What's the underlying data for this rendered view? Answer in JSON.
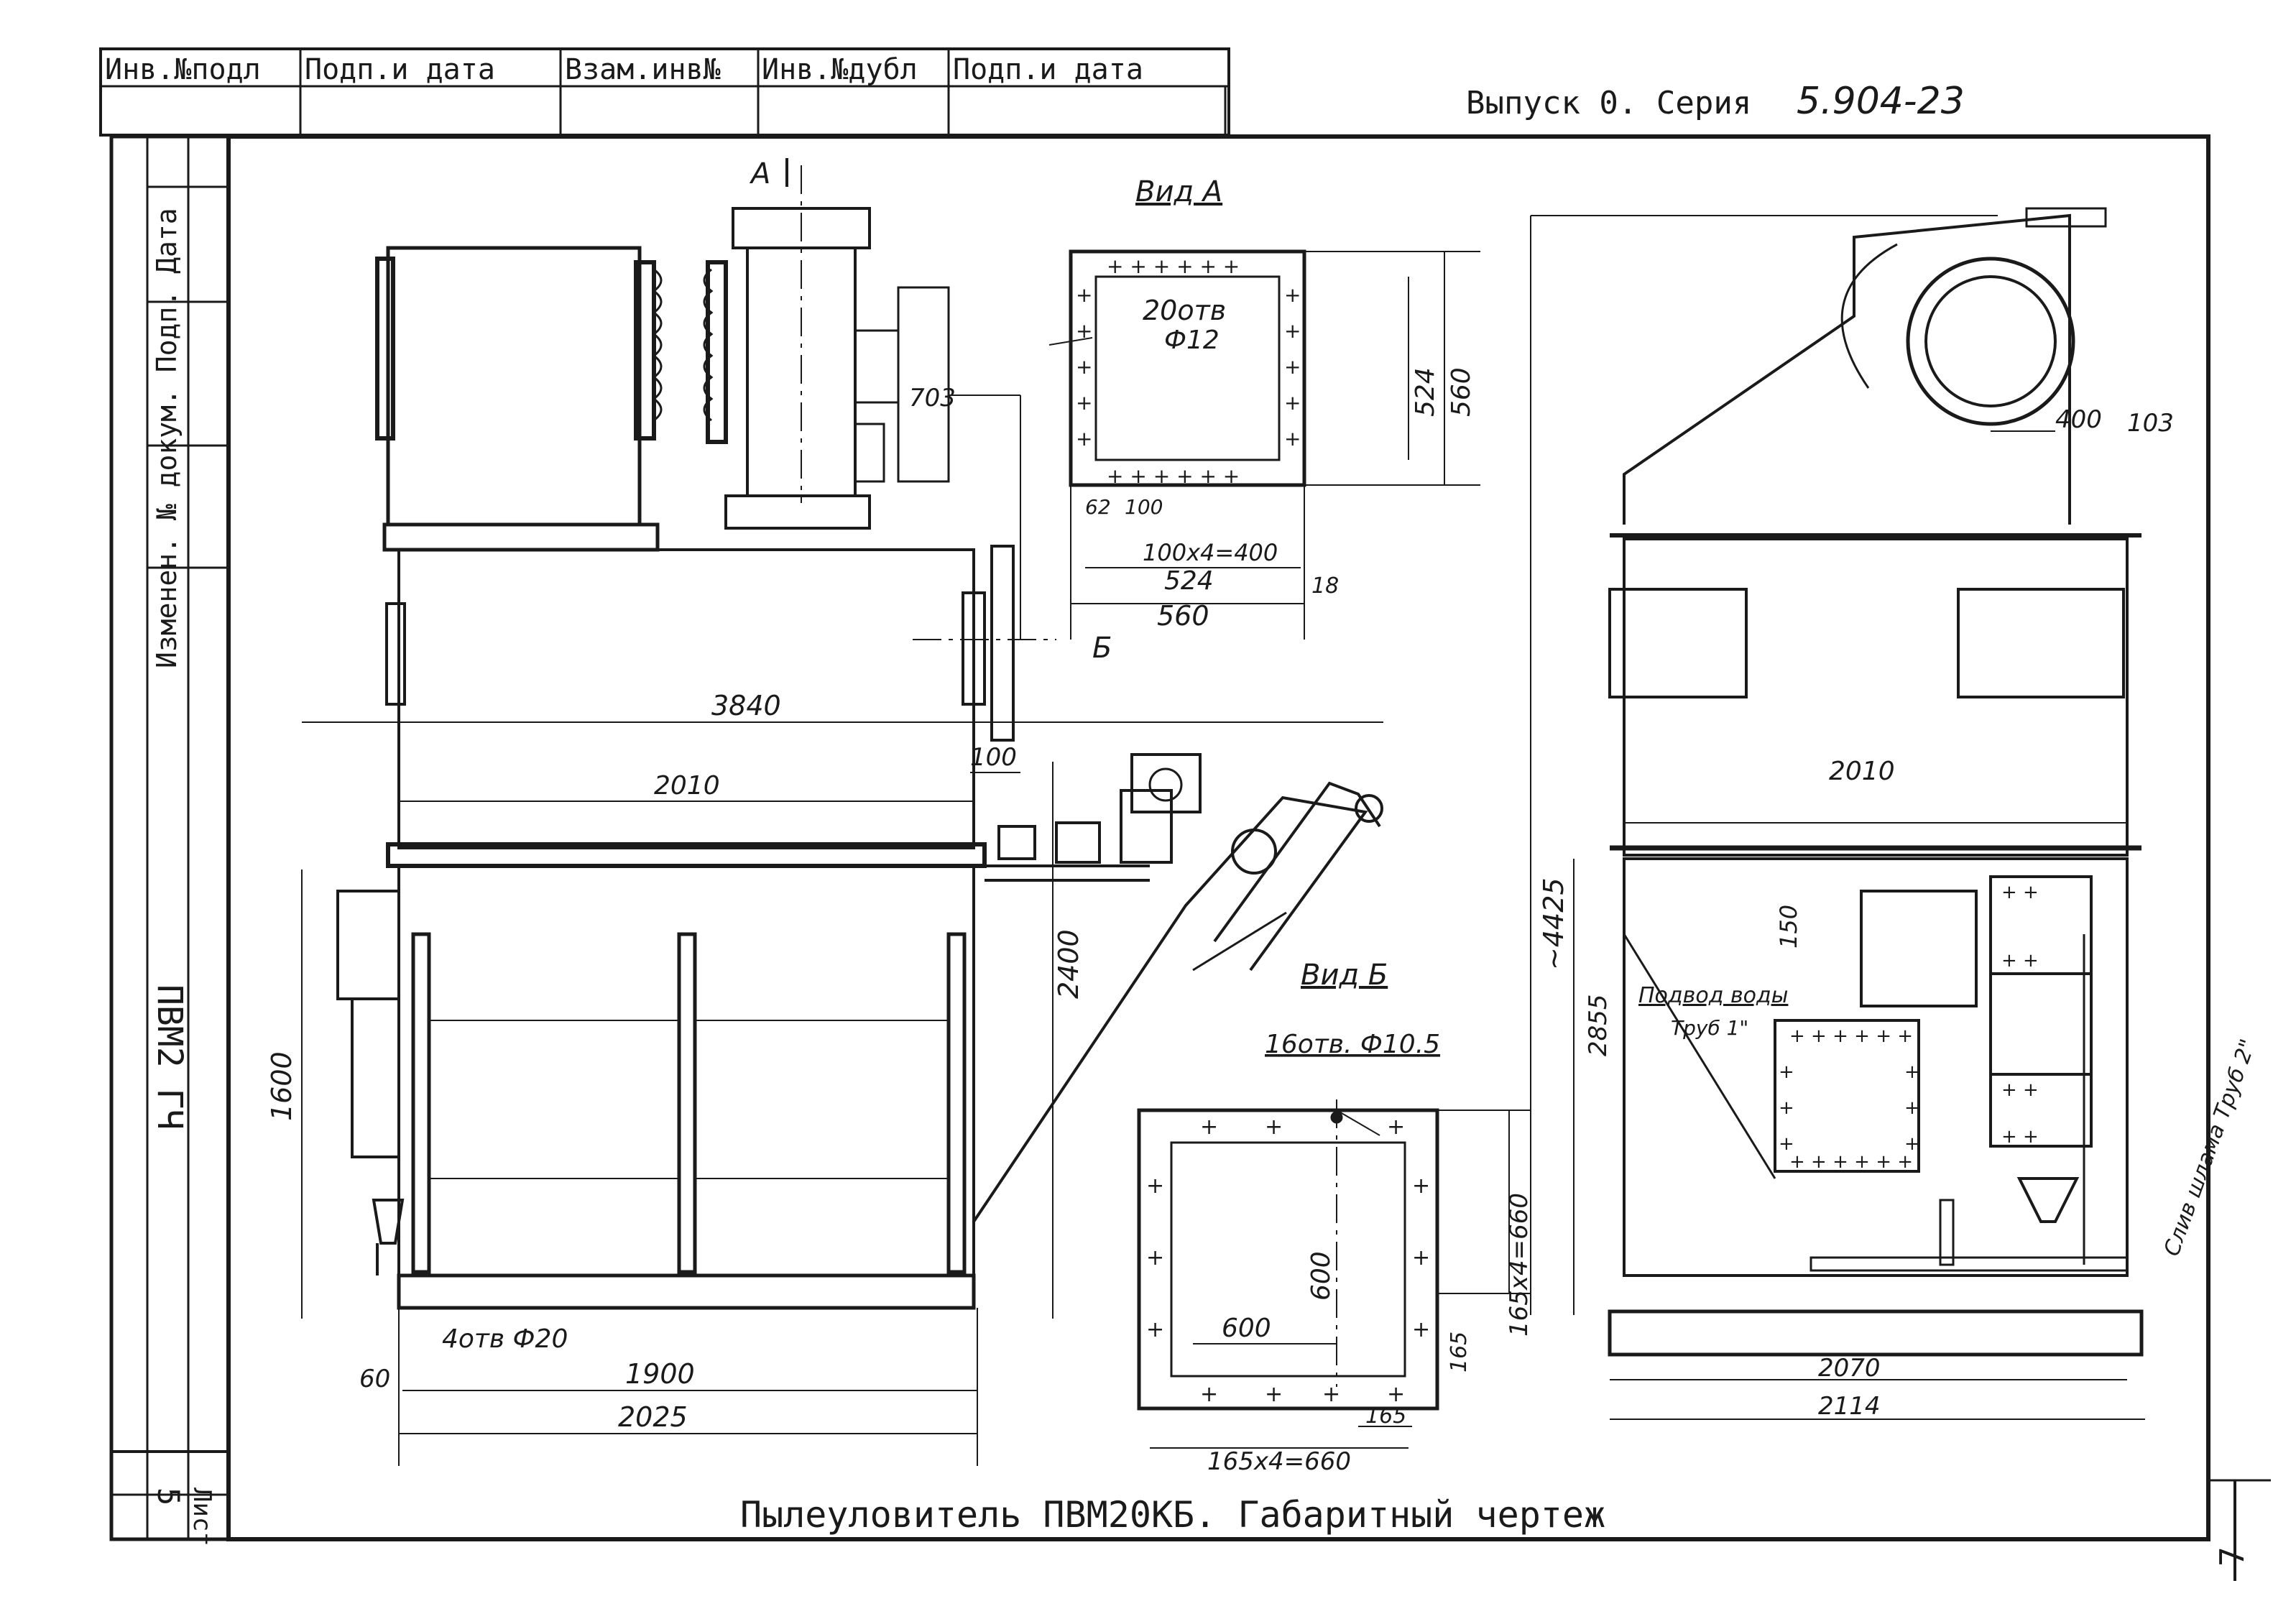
{
  "header": {
    "cells": [
      "Инв.№подл",
      "Подп.и дата",
      "Взам.инв№",
      "Инв.№дубл",
      "Подп.и дата"
    ],
    "series_prefix": "Выпуск 0. Серия",
    "series_number": "5.904-23"
  },
  "side_stamp": {
    "changes": "Изменен. № докум. Подп. Дата",
    "doc_code": "ПВМ2 ГЧ",
    "sheet_label": "Лист",
    "sheet_no": "5"
  },
  "title": "Пылеуловитель ПВМ20КБ. Габаритный чертеж",
  "page_no": "7",
  "views": {
    "view_a": "Вид А",
    "view_b": "Вид Б",
    "mark_a": "А",
    "mark_b": "Б"
  },
  "dimensions": {
    "front": [
      "3840",
      "2010",
      "100",
      "2400",
      "1600",
      "1900",
      "2025",
      "60",
      "4отв Ф20",
      "703"
    ],
    "view_a": [
      "20отв",
      "Ф12",
      "524",
      "560",
      "100х4=400",
      "62",
      "100",
      "18"
    ],
    "view_b": [
      "16отв. Ф10.5",
      "600",
      "165х4=660",
      "165"
    ],
    "side": [
      "400",
      "103",
      "2010",
      "~4425",
      "2855",
      "150",
      "2070",
      "2114"
    ]
  },
  "notes": {
    "water": "Подвод воды",
    "pipe": "Труб 1\"",
    "drain": "Слив шлама Труб 2\""
  }
}
